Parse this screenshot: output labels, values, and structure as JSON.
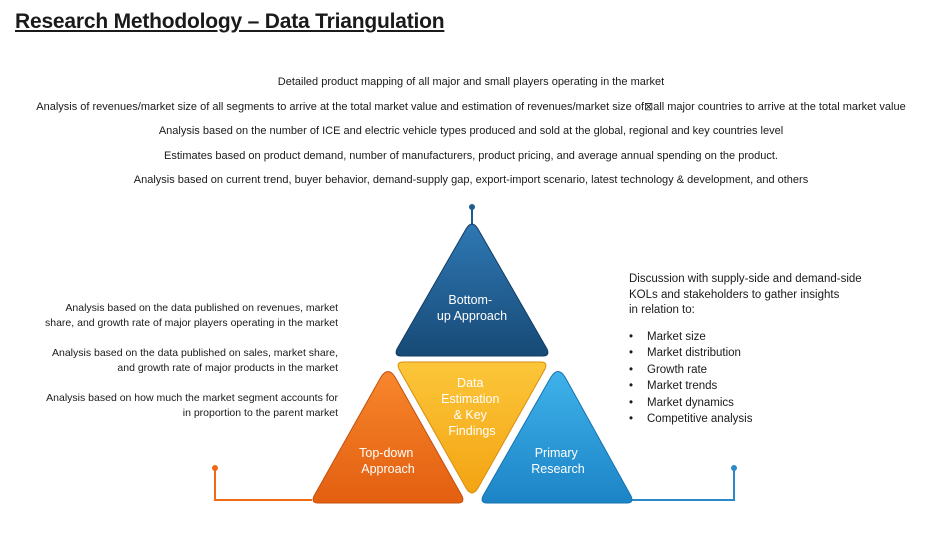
{
  "title": "Research Methodology – Data Triangulation",
  "top_items": [
    "Detailed product mapping of all major and small players operating in the market",
    "Analysis of revenues/market size of all segments to arrive at the total market value and estimation of revenues/market size of⊠all major countries to arrive at the total market value",
    "Analysis based on the number of ICE and electric vehicle types produced and sold at the global, regional and key countries level",
    "Estimates based on product demand, number of manufacturers, product pricing, and average annual spending on the product.",
    "Analysis based on current trend, buyer behavior, demand-supply gap, export-import scenario, latest technology & development, and others"
  ],
  "left_items": [
    [
      "Analysis based on the data published on revenues, market",
      "share, and growth rate of major players operating in the market"
    ],
    [
      "Analysis based on the data published on sales, market share,",
      "and growth rate of major products in the market"
    ],
    [
      "Analysis based on how much the market segment accounts for",
      "in proportion to the parent market"
    ]
  ],
  "right": {
    "intro_lines": [
      "Discussion with supply-side and demand-side",
      "KOLs and stakeholders to gather insights",
      "in relation to:"
    ],
    "bullet": "•",
    "items": [
      "Market size",
      "Market distribution",
      "Growth rate",
      "Market trends",
      "Market dynamics",
      "Competitive analysis"
    ]
  },
  "triangles": {
    "bottom_up": [
      "Bottom-",
      "up Approach"
    ],
    "data_estimation": [
      "Data",
      "Estimation",
      "& Key",
      "Findings"
    ],
    "top_down": [
      "Top-down",
      "Approach"
    ],
    "primary": [
      "Primary",
      "Research"
    ]
  },
  "colors": {
    "blue_dark": "#1f5c8e",
    "orange": "#f47920",
    "yellow": "#fbb827",
    "blue_light": "#2a9bd8",
    "line_orange": "#f06a16",
    "line_blue": "#2b8ac6"
  }
}
